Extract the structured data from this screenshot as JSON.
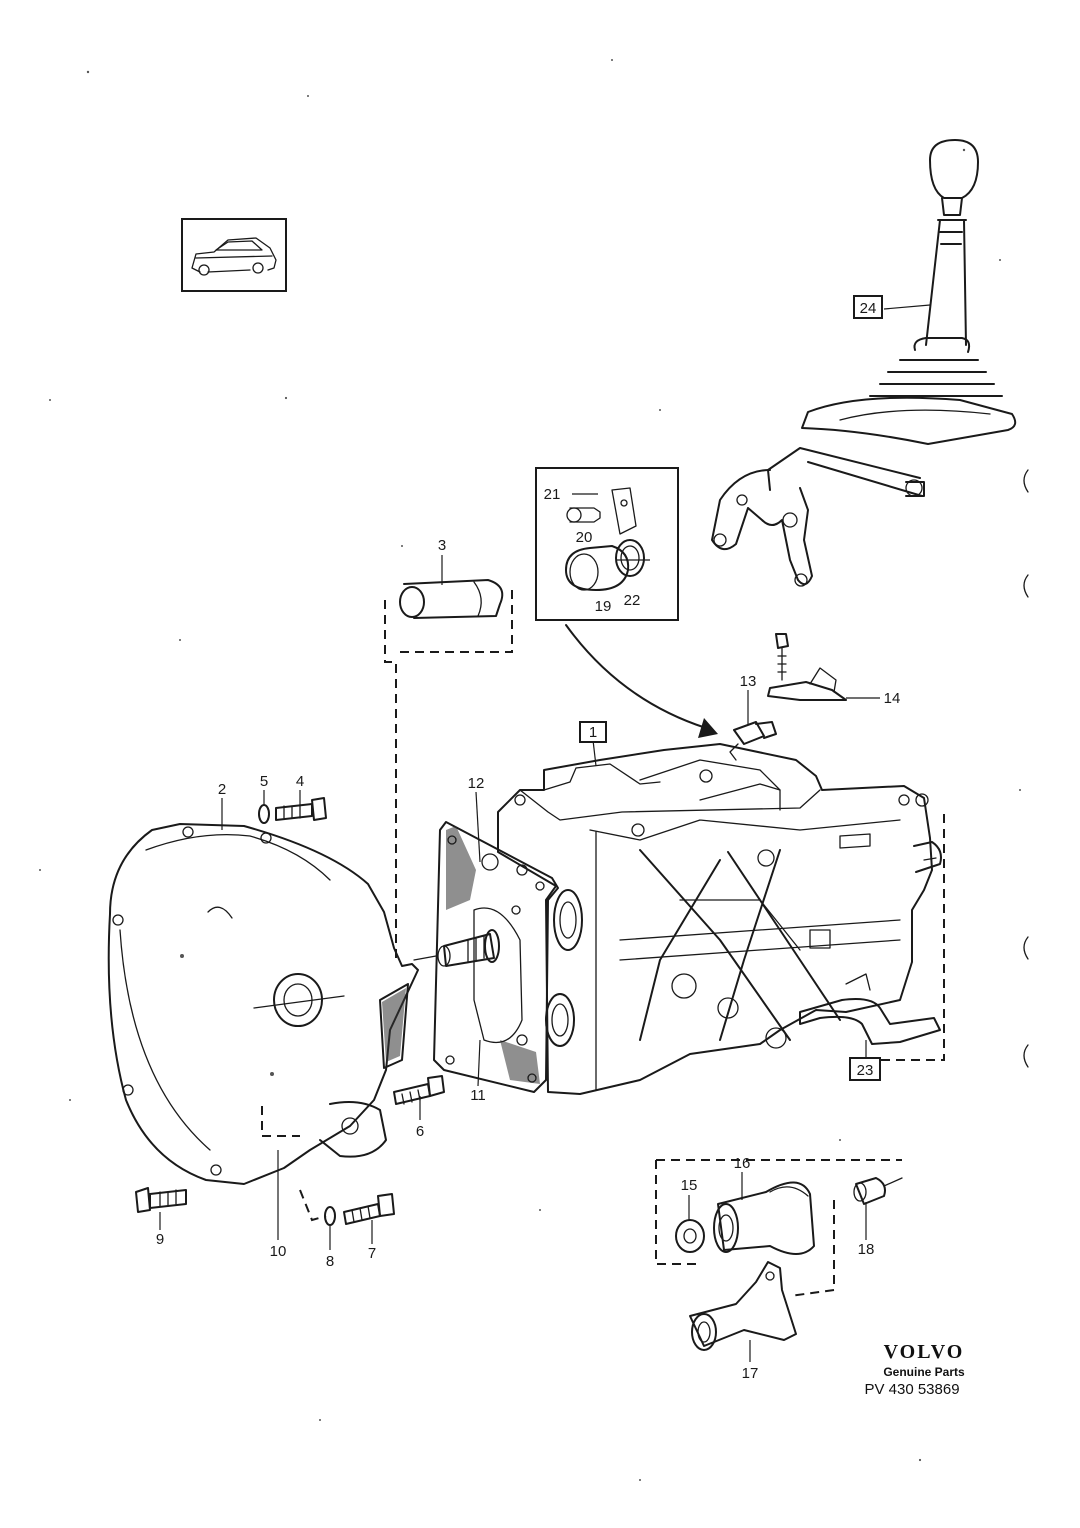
{
  "parts": [
    {
      "id": "p1",
      "label": "1",
      "boxed": true
    },
    {
      "id": "p2",
      "label": "2",
      "boxed": false
    },
    {
      "id": "p3",
      "label": "3",
      "boxed": false
    },
    {
      "id": "p4",
      "label": "4",
      "boxed": false
    },
    {
      "id": "p5",
      "label": "5",
      "boxed": false
    },
    {
      "id": "p6",
      "label": "6",
      "boxed": false
    },
    {
      "id": "p7",
      "label": "7",
      "boxed": false
    },
    {
      "id": "p8",
      "label": "8",
      "boxed": false
    },
    {
      "id": "p9",
      "label": "9",
      "boxed": false
    },
    {
      "id": "p10",
      "label": "10",
      "boxed": false
    },
    {
      "id": "p11",
      "label": "11",
      "boxed": false
    },
    {
      "id": "p12",
      "label": "12",
      "boxed": false
    },
    {
      "id": "p13",
      "label": "13",
      "boxed": false
    },
    {
      "id": "p14",
      "label": "14",
      "boxed": false
    },
    {
      "id": "p15",
      "label": "15",
      "boxed": false
    },
    {
      "id": "p16",
      "label": "16",
      "boxed": false
    },
    {
      "id": "p17",
      "label": "17",
      "boxed": false
    },
    {
      "id": "p18",
      "label": "18",
      "boxed": false
    },
    {
      "id": "p19",
      "label": "19",
      "boxed": false
    },
    {
      "id": "p20",
      "label": "20",
      "boxed": false
    },
    {
      "id": "p21",
      "label": "21",
      "boxed": false
    },
    {
      "id": "p22",
      "label": "22",
      "boxed": false
    },
    {
      "id": "p23",
      "label": "23",
      "boxed": true
    },
    {
      "id": "p24",
      "label": "24",
      "boxed": true
    }
  ],
  "brand": {
    "name": "VOLVO",
    "tagline": "Genuine Parts",
    "code": "PV 430 53869"
  }
}
